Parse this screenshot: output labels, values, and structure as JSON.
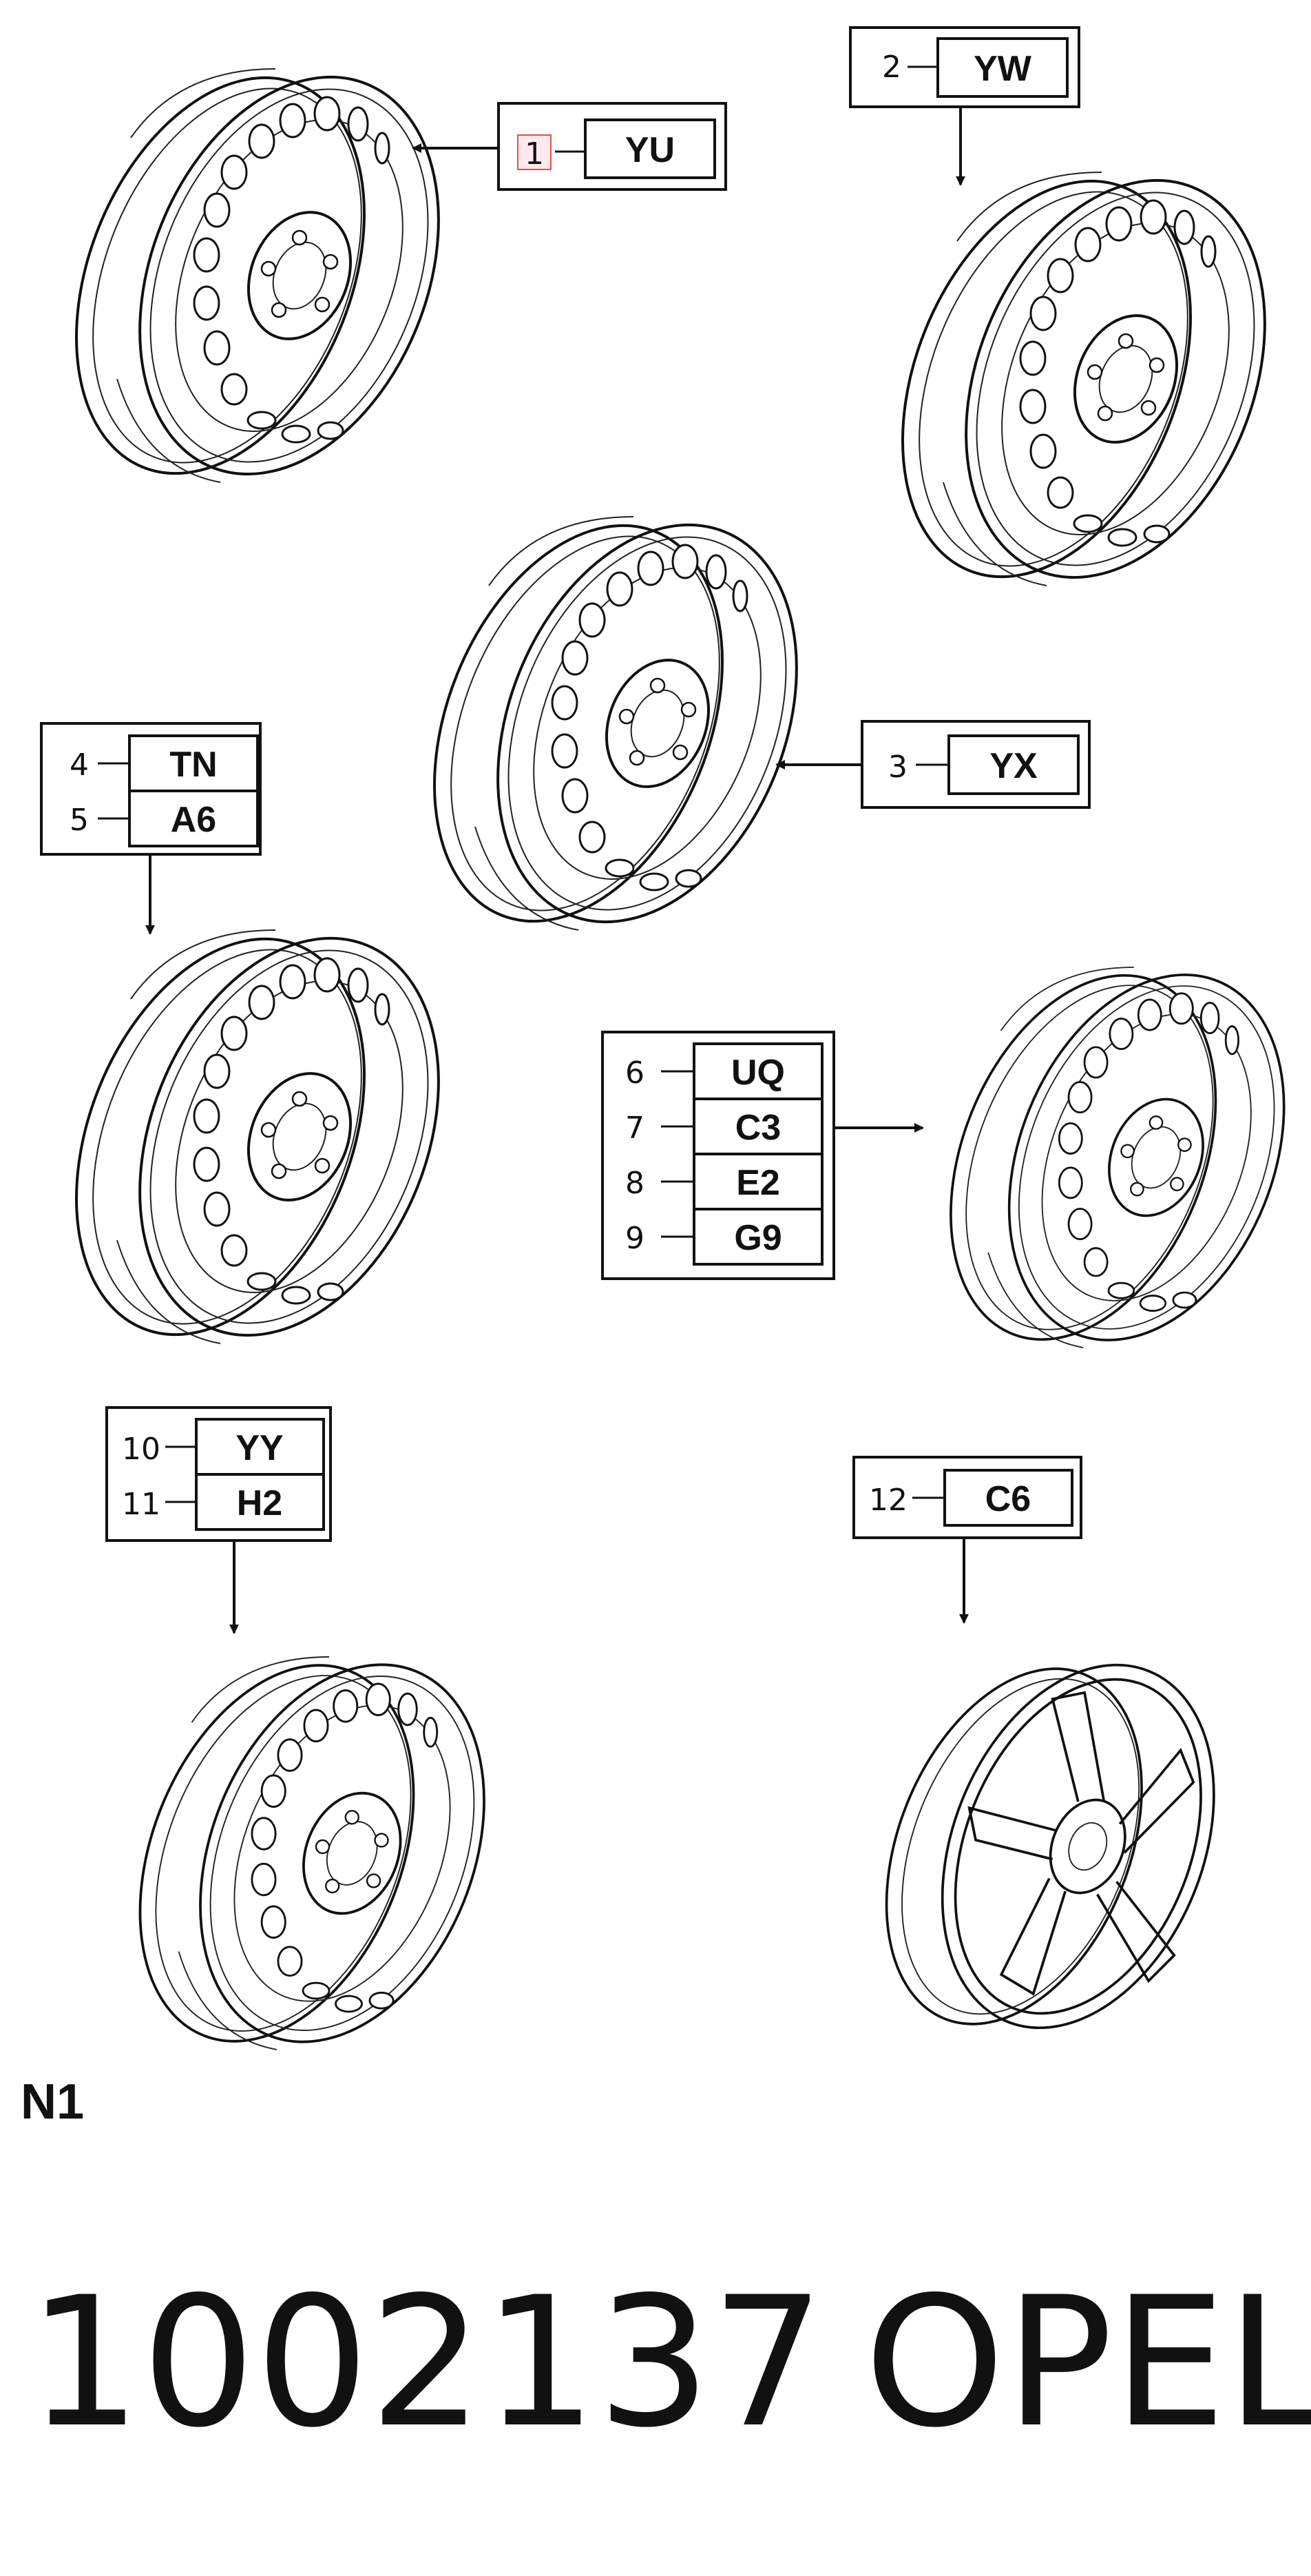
{
  "callouts": [
    {
      "num": "1",
      "code": "YU"
    },
    {
      "num": "2",
      "code": "YW"
    },
    {
      "num": "3",
      "code": "YX"
    },
    {
      "num": "4",
      "code": "TN"
    },
    {
      "num": "5",
      "code": "A6"
    },
    {
      "num": "6",
      "code": "UQ"
    },
    {
      "num": "7",
      "code": "C3"
    },
    {
      "num": "8",
      "code": "E2"
    },
    {
      "num": "9",
      "code": "G9"
    },
    {
      "num": "10",
      "code": "YY"
    },
    {
      "num": "11",
      "code": "H2"
    },
    {
      "num": "12",
      "code": "C6"
    }
  ],
  "section_label": "N1",
  "footer": {
    "part_number": "1002137",
    "brand": "OPEL"
  }
}
